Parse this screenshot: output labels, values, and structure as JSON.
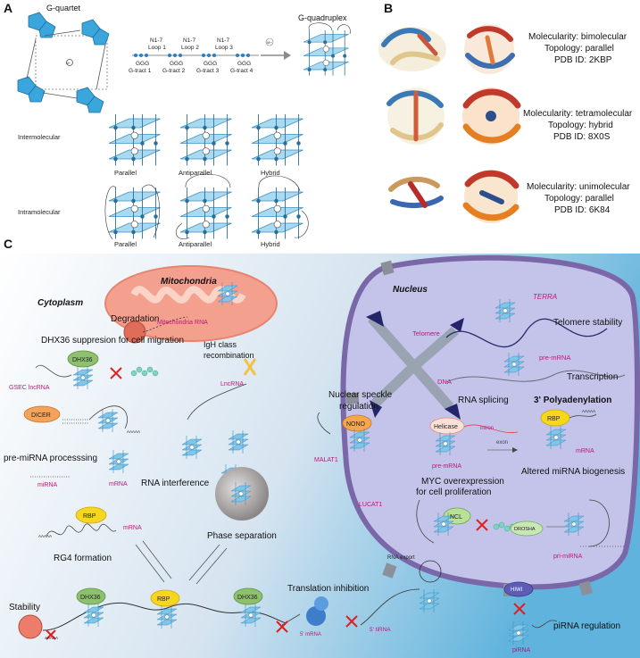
{
  "panels": {
    "a": "A",
    "b": "B",
    "c": "C"
  },
  "panel_a": {
    "g_quartet": "G-quartet",
    "g_quadruplex": "G-quadruplex",
    "ion": "M+",
    "loops": [
      "N1-7",
      "Loop 1",
      "N1-7",
      "Loop 2",
      "N1-7",
      "Loop 3"
    ],
    "tracts": [
      "GGG",
      "G-tract 1",
      "GGG",
      "G-tract 2",
      "GGG",
      "G-tract 3",
      "GGG",
      "G-tract 4"
    ],
    "intermolecular": "Intermolecular",
    "intramolecular": "Intramolecular",
    "topologies": [
      "Parallel",
      "Antiparallel",
      "Hybrid"
    ]
  },
  "panel_b": {
    "entries": [
      {
        "molecularity": "Molecularity: bimolecular",
        "topology": "Topology: parallel",
        "pdb": "PDB ID: 2KBP"
      },
      {
        "molecularity": "Molecularity: tetramolecular",
        "topology": "Topology: hybrid",
        "pdb": "PDB ID: 8X0S"
      },
      {
        "molecularity": "Molecularity: unimolecular",
        "topology": "Topology: parallel",
        "pdb": "PDB ID: 6K84"
      }
    ]
  },
  "panel_c": {
    "cytoplasm": "Cytoplasm",
    "mitochondria": "Mitochondria",
    "degradation": "Degradation",
    "mito_rna": "Mitochondria RNA",
    "dhx36_suppression": "DHX36 suppresion for cell migration",
    "dhx36": "DHX36",
    "gsec": "GSEC lncRNA",
    "igh_1": "IgH class",
    "igh_2": "recombination",
    "lncrna": "LncRNA",
    "dicer": "DICER",
    "aaaaa": "AAAAA",
    "pre_mirna_processing": "pre-miRNA processsing",
    "mirna": "miRNA",
    "mrna": "mRNA",
    "rna_interference": "RNA interference",
    "rbp": "RBP",
    "rg4_formation": "RG4 formation",
    "phase_separation": "Phase separation",
    "stability": "Stability",
    "translation_inhibition": "Translation inhibition",
    "five_prime_trna": "5' tiRNA",
    "five_prime_mrna": "5' mRNA",
    "hiwi": "HIWI",
    "pirna_regulation": "piRNA regulation",
    "pirna": "piRNA",
    "nucleus": "Nucleus",
    "terra": "TERRA",
    "telomere_stability": "Telomere stability",
    "telomere": "Telomere",
    "pre_mrna": "pre-mRNA",
    "transcription": "Transcription",
    "dna": "DNA",
    "nuclear_speckle_1": "Nuclear speckle",
    "nuclear_speckle_2": "regulation",
    "nono": "NONO",
    "malat1": "MALAT1",
    "rna_splicing": "RNA splicing",
    "helicase": "Helicase",
    "intron": "intron",
    "exon": "exon",
    "polyadenylation": "3' Polyadenylation",
    "myc_1": "MYC overexpression",
    "myc_2": "for cell proliferation",
    "ncl": "NCL",
    "lucat1": "LUCAT1",
    "rna_export": "RNA export",
    "altered_mirna": "Altered miRNA biogenesis",
    "drosha": "DROSHA",
    "pri_mirna": "pri-miRNA"
  },
  "colors": {
    "magenta": "#c0157a",
    "g4_blue": "#4aa9d6",
    "nucleus": "#bbbce6",
    "mito": "#f4a08f"
  }
}
